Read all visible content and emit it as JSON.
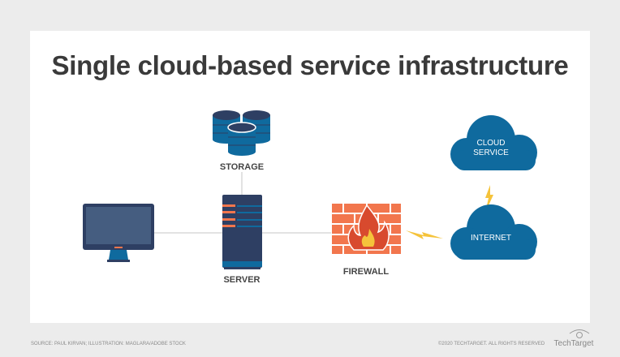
{
  "title": "Single cloud-based service infrastructure",
  "nodes": {
    "storage": "STORAGE",
    "server": "SERVER",
    "firewall": "FIREWALL",
    "cloud_service_line1": "CLOUD",
    "cloud_service_line2": "SERVICE",
    "internet": "INTERNET"
  },
  "footer": {
    "source": "SOURCE: PAUL KIRVAN; ILLUSTRATION: MAGLARA/ADOBE STOCK",
    "copyright": "©2020 TECHTARGET. ALL RIGHTS RESERVED",
    "brand": "TechTarget"
  },
  "colors": {
    "navy": "#2e3f63",
    "blue": "#0f6a9e",
    "orange": "#f2764d",
    "yellow": "#f5c33b",
    "red": "#d84a2e"
  }
}
